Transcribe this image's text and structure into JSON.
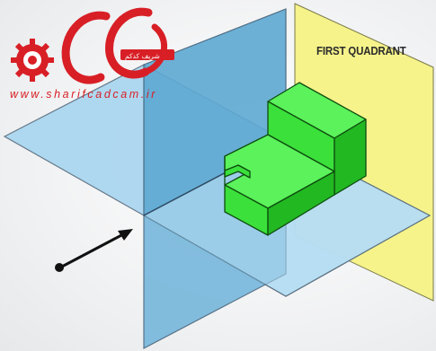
{
  "diagram": {
    "quadrant_label": "FIRST QUADRANT"
  },
  "watermark": {
    "url": "www.sharifcadcam.ir",
    "persian_name": "شریف کدکم"
  },
  "colors": {
    "horizontal_plane": "#a9d6f0",
    "vertical_plane": "#5ea9d3",
    "profile_plane": "#f6f38a",
    "object_top": "#5bf25b",
    "object_front": "#3be03b",
    "object_side": "#22b822",
    "arrow": "#111111",
    "watermark_red": "#d81f26"
  }
}
